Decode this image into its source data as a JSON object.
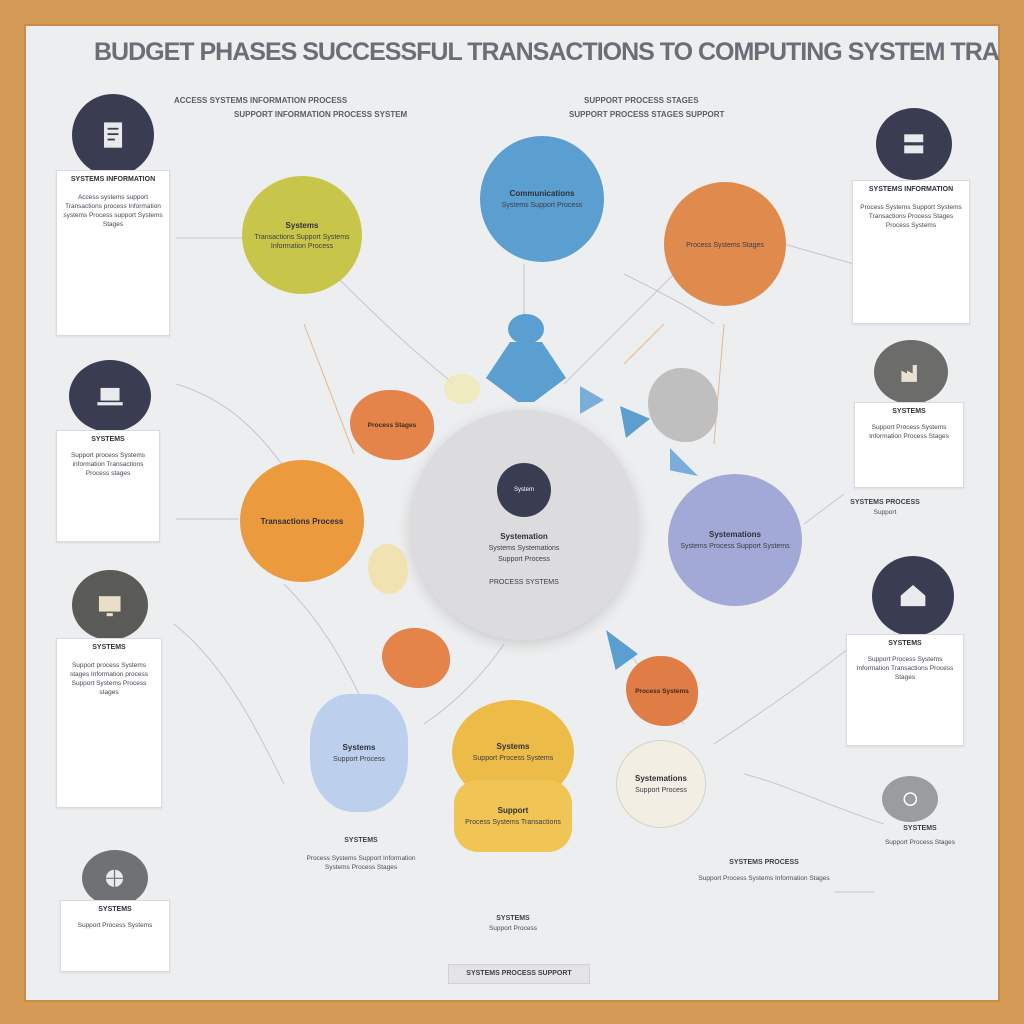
{
  "title": "BUDGET PHASES SUCCESSFUL TRANSACTIONS TO COMPUTING SYSTEM TRANSFORMATION",
  "subtitles": {
    "left_line1": "ACCESS SYSTEMS INFORMATION PROCESS",
    "left_line2": "SUPPORT INFORMATION PROCESS SYSTEM",
    "right_line1": "SUPPORT PROCESS STAGES",
    "right_line2": "SUPPORT PROCESS STAGES SUPPORT"
  },
  "center": {
    "badge": "System",
    "title": "Systemation",
    "line1": "Systems Systemations",
    "line2": "Support Process",
    "line3": "PROCESS SYSTEMS"
  },
  "nodes": {
    "yellow_green": {
      "title": "Systems",
      "body": "Transactions Support Systems Information Process"
    },
    "blue": {
      "title": "Communications",
      "body": "Systems Support Process"
    },
    "orange_top": {
      "title": "",
      "body": "Process Systems Stages"
    },
    "orange_left": {
      "title": "Transactions Process",
      "body": ""
    },
    "lavender": {
      "title": "Systemations",
      "body": "Systems Process Support Systems"
    },
    "yellow_bottom": {
      "title": "Systems",
      "body": "Support Process Systems"
    },
    "yellow_base": {
      "title": "Support",
      "body": "Process Systems Transactions"
    },
    "cream": {
      "title": "Systemations",
      "body": "Support Process"
    },
    "blue_stack": {
      "title": "Systems",
      "body": "Support Process"
    }
  },
  "cards": {
    "left1": {
      "title": "SYSTEMS INFORMATION",
      "body": "Access systems support Transactions process Information systems Process support Systems Stages"
    },
    "left2": {
      "title": "SYSTEMS",
      "body": "Support process Systems information Transactions Process stages"
    },
    "left3": {
      "title": "SYSTEMS",
      "body": "Support process Systems stages Information process Support Systems Process stages"
    },
    "left4": {
      "title": "SYSTEMS",
      "body": "Support Process Systems"
    },
    "right1": {
      "title": "SYSTEMS INFORMATION",
      "body": "Process Systems Support Systems Transactions Process Stages Process Systems"
    },
    "right2": {
      "title": "SYSTEMS",
      "body": "Support Process Systems Information Process Stages"
    },
    "right3": {
      "title": "SYSTEMS",
      "body": "Support Process Systems Information Transactions Process Stages"
    }
  },
  "blobs": {
    "orange_mid": "Process Stages",
    "orange_low_left": "",
    "orange_low_right": "Process Systems"
  },
  "textblocks": {
    "bottom_left": {
      "title": "SYSTEMS",
      "body": "Process Systems Support Information Systems Process Stages"
    },
    "bottom_mid": {
      "title": "SYSTEMS",
      "body": "Support Process"
    },
    "bottom_right": {
      "title": "SYSTEMS PROCESS",
      "body": "Support Process Systems Information Stages"
    },
    "far_right_bottom": {
      "title": "SYSTEMS",
      "body": "Support Process Stages"
    },
    "right_mid": {
      "title": "SYSTEMS PROCESS",
      "body": "Support"
    },
    "footer": "SYSTEMS PROCESS SUPPORT"
  },
  "colors": {
    "frame": "#d69a57",
    "background": "#eceeef",
    "navy": "#3a3d52",
    "yellow_green": "#c8c64a",
    "blue": "#5b9fd1",
    "orange": "#e08a4e",
    "orange_light": "#eeaa50",
    "lavender": "#a3a9d6",
    "grey": "#8d8f92"
  },
  "icons": [
    "document-icon",
    "laptop-icon",
    "monitor-icon",
    "factory-icon",
    "house-icon",
    "globe-icon",
    "server-icon"
  ]
}
